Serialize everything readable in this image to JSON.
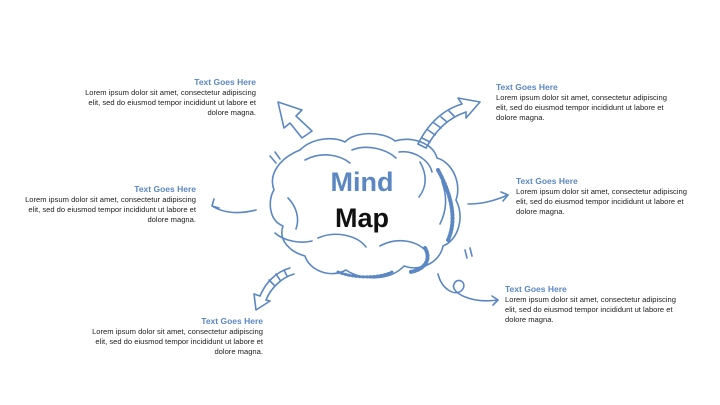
{
  "colors": {
    "accent": "#5b87c2",
    "text": "#222222",
    "title_dark": "#111111"
  },
  "title": {
    "line1": "Mind",
    "line2": "Map"
  },
  "nodes": [
    {
      "heading": "Text Goes Here",
      "body": "Lorem ipsum dolor sit amet, consectetur adipiscing elit, sed do eiusmod tempor incididunt ut labore et dolore magna."
    },
    {
      "heading": "Text Goes Here",
      "body": "Lorem ipsum dolor sit amet, consectetur adipiscing elit, sed do eiusmod tempor incididunt ut labore et dolore magna."
    },
    {
      "heading": "Text Goes Here",
      "body": "Lorem ipsum dolor sit amet, consectetur adipiscing elit, sed do eiusmod tempor incididunt ut labore et dolore magna."
    },
    {
      "heading": "Text Goes Here",
      "body": "Lorem ipsum dolor sit amet, consectetur adipiscing elit, sed do eiusmod tempor incididunt ut labore et dolore magna."
    },
    {
      "heading": "Text Goes Here",
      "body": "Lorem ipsum dolor sit amet, consectetur adipiscing elit, sed do eiusmod tempor incididunt ut labore et dolore magna."
    },
    {
      "heading": "Text Goes Here",
      "body": "Lorem ipsum dolor sit amet, consectetur adipiscing elit, sed do eiusmod tempor incididunt ut labore et dolore magna."
    }
  ],
  "icons": {
    "center": "brain-sketch-icon",
    "arrows": [
      "arrow-up-left-icon",
      "arrow-up-right-icon",
      "arrow-left-icon",
      "arrow-right-icon",
      "arrow-down-left-icon",
      "arrow-down-right-icon"
    ]
  }
}
